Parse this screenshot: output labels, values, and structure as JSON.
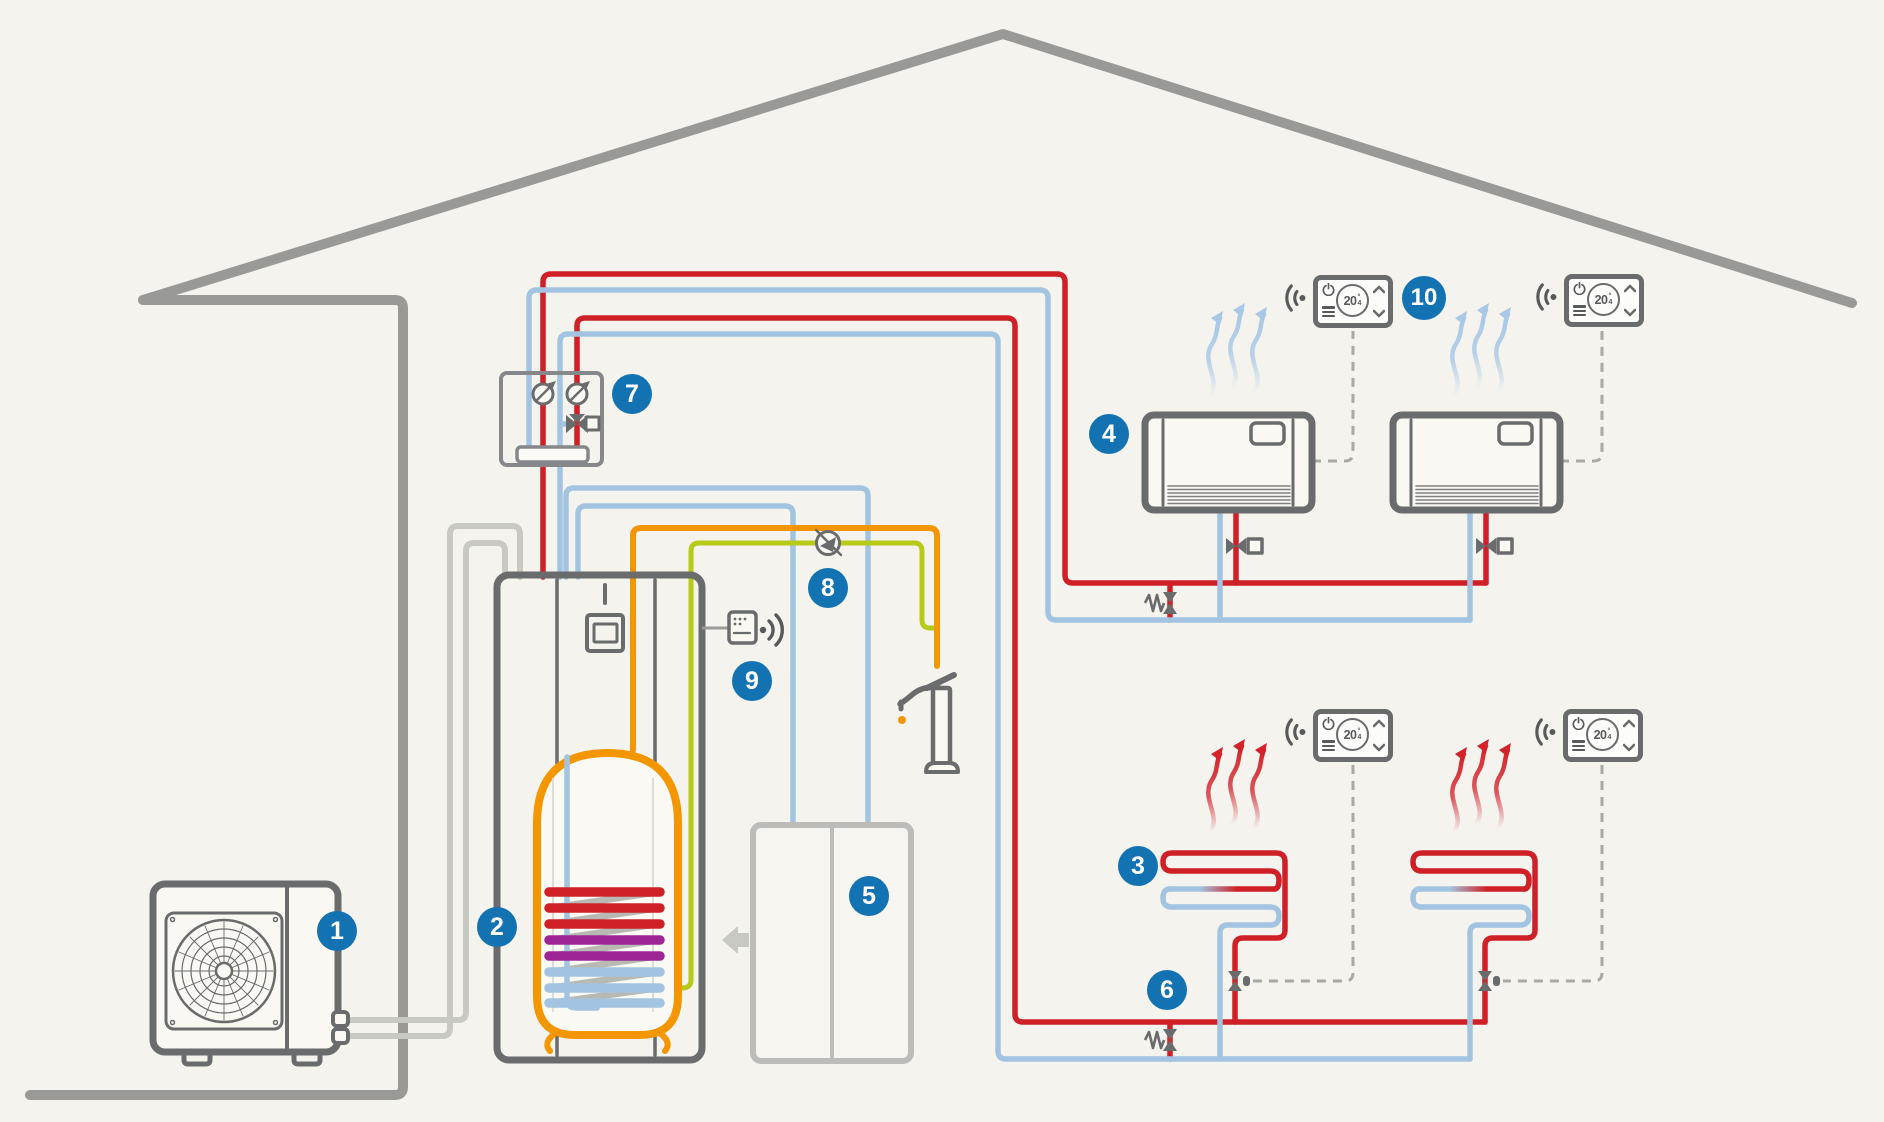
{
  "diagram": {
    "badges": [
      {
        "label": "1"
      },
      {
        "label": "2"
      },
      {
        "label": "3"
      },
      {
        "label": "4"
      },
      {
        "label": "5"
      },
      {
        "label": "6"
      },
      {
        "label": "7"
      },
      {
        "label": "8"
      },
      {
        "label": "9"
      },
      {
        "label": "10"
      }
    ],
    "thermostats": [
      {
        "temp_whole": "20",
        "degree_symbol": "°",
        "temp_decimal": "4"
      },
      {
        "temp_whole": "20",
        "degree_symbol": "°",
        "temp_decimal": "4"
      },
      {
        "temp_whole": "20",
        "degree_symbol": "°",
        "temp_decimal": "4"
      },
      {
        "temp_whole": "20",
        "degree_symbol": "°",
        "temp_decimal": "4"
      }
    ],
    "colors": {
      "badge_blue": "#1372b2",
      "pipe_red": "#cf2027",
      "pipe_blue": "#a3c4e0",
      "pipe_orange": "#f49600",
      "pipe_lime": "#b6ca1a",
      "coil_purple": "#9e2596",
      "coil_gray": "#b9b9b4",
      "structure_gray": "#999a96",
      "component_dark": "#6a6b6d",
      "component_mid": "#85878a",
      "light_pipe_gray": "#c9c9c4",
      "cabinet_gray": "#bcbdb9",
      "dashed_gray": "#a8a8a4",
      "background": "#f4f3ee",
      "surface": "#f9f8f3",
      "arrow_red": "#d3222a",
      "arrow_blue": "#a8c8e6"
    }
  }
}
